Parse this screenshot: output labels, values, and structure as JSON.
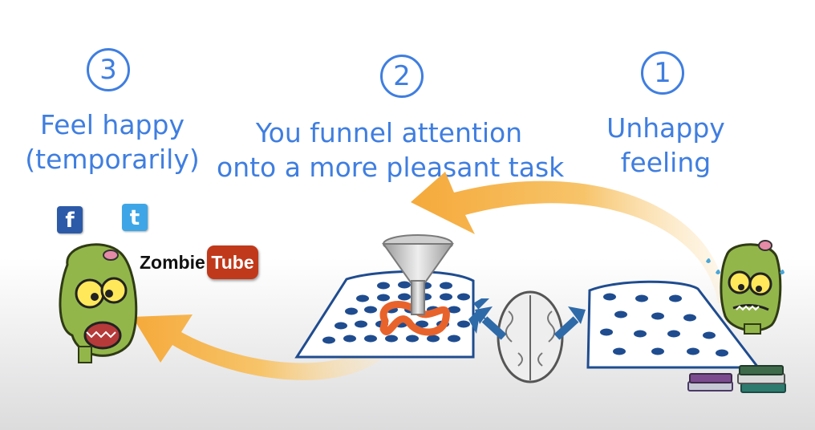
{
  "steps": [
    {
      "number": "3",
      "line1": "Feel happy",
      "line2": "(temporarily)"
    },
    {
      "number": "2",
      "line1": "You funnel attention",
      "line2": "onto a more pleasant task"
    },
    {
      "number": "1",
      "line1": "Unhappy",
      "line2": "feeling"
    }
  ],
  "social": {
    "facebook": "f",
    "twitter": "t"
  },
  "logo": {
    "zombie": "Zombie",
    "tube": "Tube"
  },
  "colors": {
    "text_blue": "#3f7ee0",
    "arrow_orange": "#f7b64a",
    "dot_navy": "#1f4c8f",
    "funnel_orange": "#e8632b"
  }
}
